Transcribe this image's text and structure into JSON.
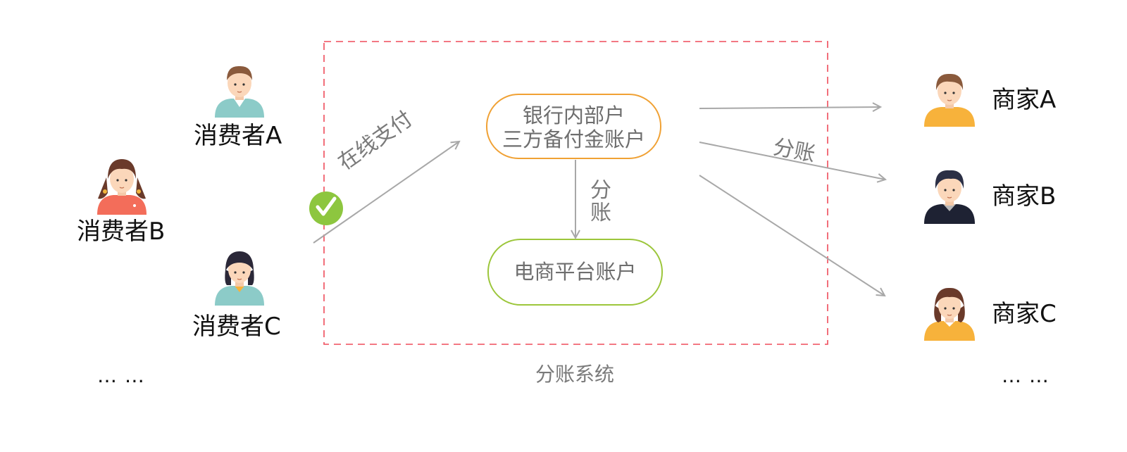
{
  "consumers": {
    "a_label": "消费者A",
    "b_label": "消费者B",
    "c_label": "消费者C",
    "ellipsis": "… …"
  },
  "system": {
    "caption": "分账系统",
    "payment_label": "在线支付",
    "bank_account": {
      "line1": "银行内部户",
      "line2": "三方备付金账户"
    },
    "platform_account": "电商平台账户",
    "split_label_vertical": [
      "分",
      "账"
    ],
    "split_label_right": "分账"
  },
  "merchants": {
    "a_label": "商家A",
    "b_label": "商家B",
    "c_label": "商家C",
    "ellipsis": "… …"
  },
  "colors": {
    "dashed_border": "#ef4b5a",
    "bank_node_border": "#f0a134",
    "platform_node_border": "#9cc63b",
    "arrow": "#a8a8a8",
    "wechat_green": "#8dc63f",
    "merchant_shirt": "#f7b23b",
    "consumer_shirt": "#8ccbc8",
    "consumer_b_shirt": "#f36d5a",
    "merchant_b_shirt": "#1e2233"
  },
  "icons": {
    "consumer_a": "male-user-icon",
    "consumer_b": "female-user-icon",
    "consumer_c": "female-user-icon",
    "payment": "wechat-pay-check-icon",
    "merchant_a": "male-user-icon",
    "merchant_b": "male-user-icon",
    "merchant_c": "female-user-icon"
  }
}
